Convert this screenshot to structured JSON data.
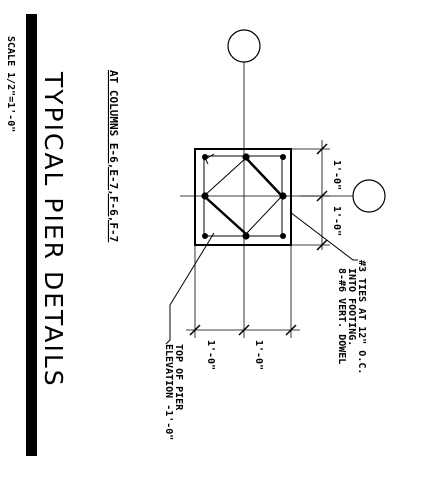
{
  "title": "TYPICAL PIER DETAILS",
  "subtitle": "AT COLUMNS E-6,E-7,F-6,F-7",
  "scale": "SCALE   1/2\"=1'-0\"",
  "dimensions": {
    "top_upper": "1'-0\"",
    "top_lower": "1'-0\"",
    "bottom_left": "1'-0\"",
    "bottom_right": "1'-0\""
  },
  "notes": {
    "ties_line1": "#3 TIES AT 12\" O.C.",
    "ties_line2": "INTO FOOTING.",
    "ties_line3": "8-#6 VERT. DOWEL",
    "pier_line1": "TOP OF PIER",
    "pier_line2": "ELEVATION -1'-0\""
  }
}
